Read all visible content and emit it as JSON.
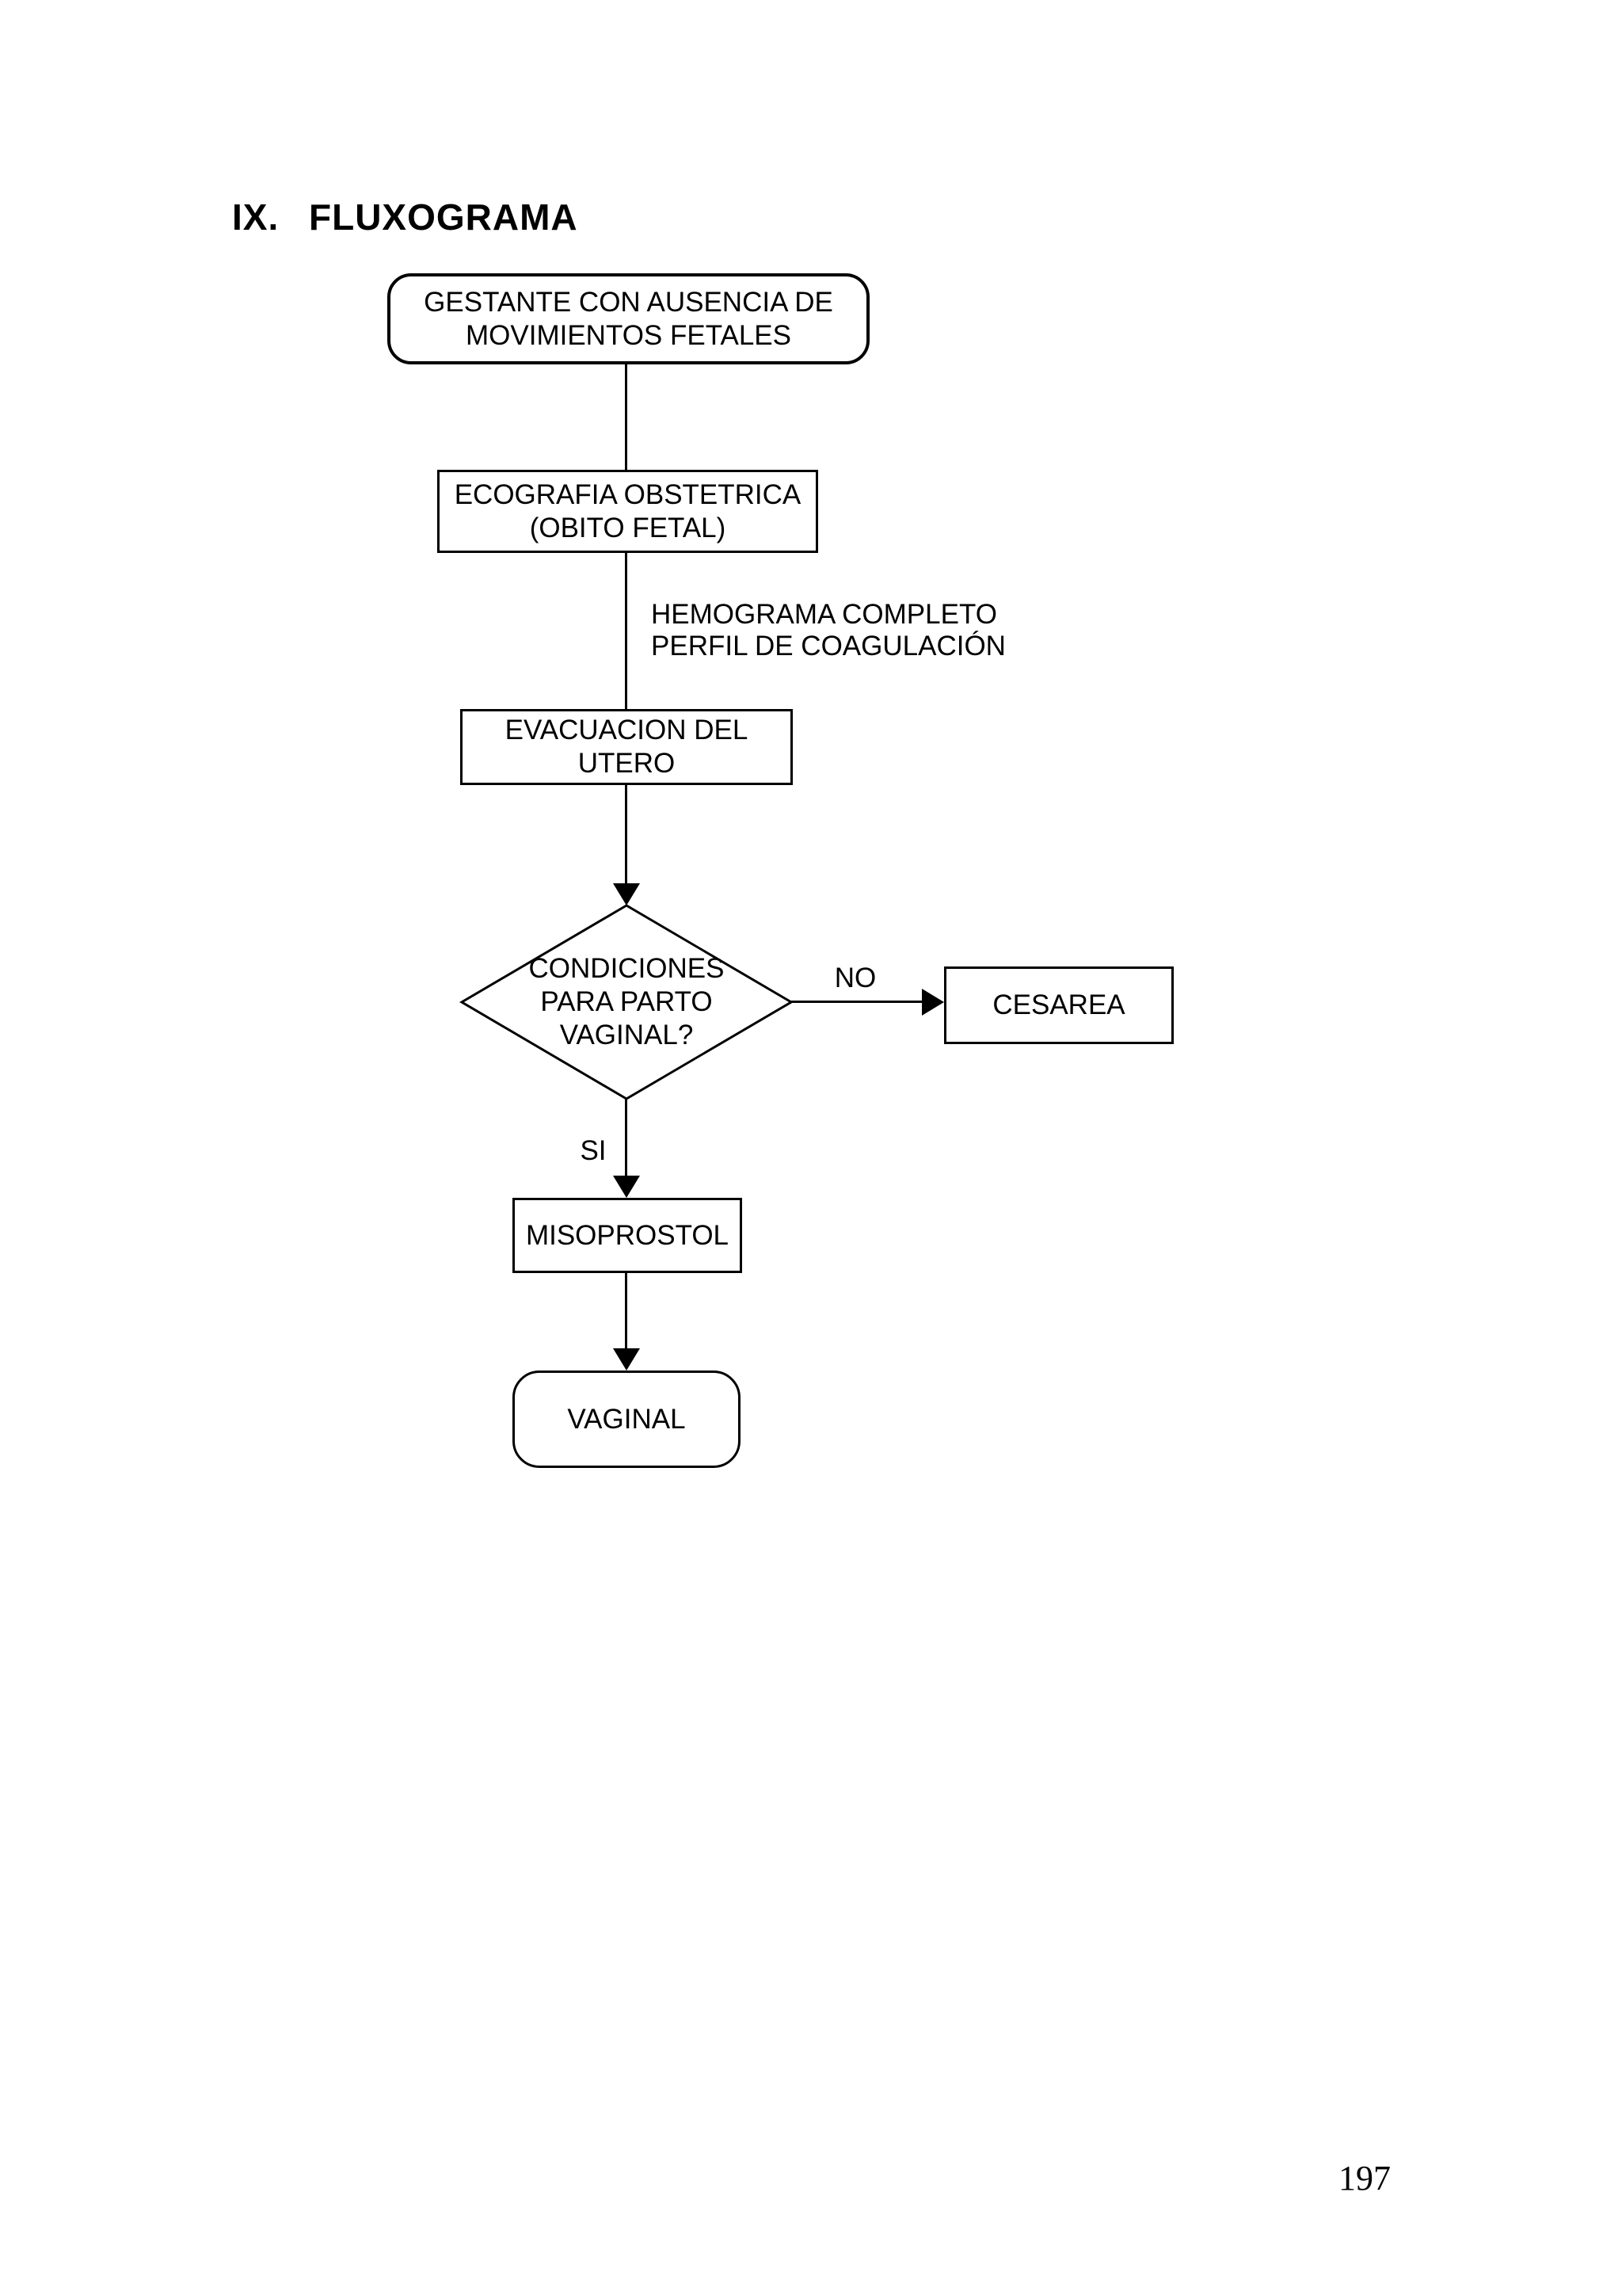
{
  "page": {
    "background_color": "#ffffff",
    "ink_color": "#000000"
  },
  "header": {
    "section_number": "IX.",
    "title": "FLUXOGRAMA"
  },
  "flowchart": {
    "nodes": {
      "start": {
        "line1": "GESTANTE CON AUSENCIA DE",
        "line2": "MOVIMIENTOS FETALES"
      },
      "ecografia": {
        "line1": "ECOGRAFIA OBSTETRICA",
        "line2": "(OBITO FETAL)"
      },
      "evacuacion": {
        "label": "EVACUACION DEL UTERO"
      },
      "decision": {
        "line1": "CONDICIONES",
        "line2": "PARA PARTO",
        "line3": "VAGINAL?"
      },
      "cesarea": {
        "label": "CESAREA"
      },
      "misoprostol": {
        "label": "MISOPROSTOL"
      },
      "vaginal": {
        "label": "VAGINAL"
      }
    },
    "annotations": {
      "labs": {
        "line1": "HEMOGRAMA COMPLETO",
        "line2": "PERFIL DE COAGULACIÓN"
      }
    },
    "edge_labels": {
      "no": "NO",
      "si": "SI"
    }
  },
  "footer": {
    "page_number": "197"
  },
  "icons": {
    "arrowhead_down": "▼",
    "arrowhead_right": "►"
  }
}
